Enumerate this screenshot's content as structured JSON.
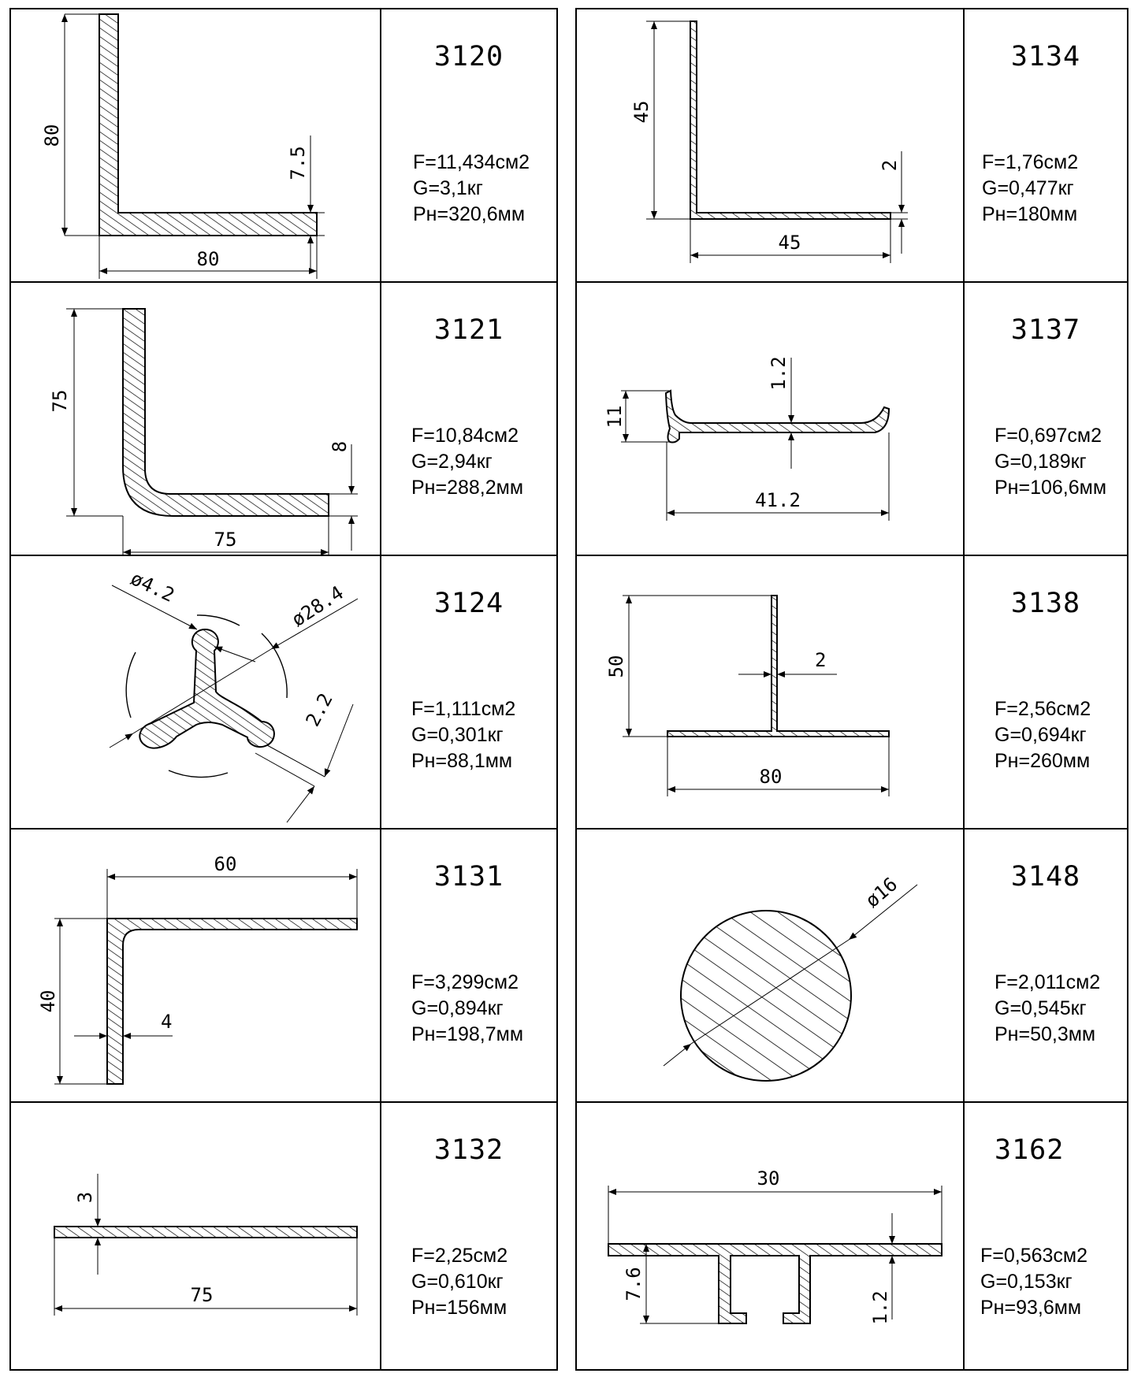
{
  "profiles": [
    {
      "code": "3120",
      "area": "F=11,434см2",
      "weight": "G=3,1кг",
      "perimeter": "Pн=320,6мм",
      "dims": {
        "height": "80",
        "width": "80",
        "thickness": "7.5"
      }
    },
    {
      "code": "3121",
      "area": "F=10,84см2",
      "weight": "G=2,94кг",
      "perimeter": "Pн=288,2мм",
      "dims": {
        "height": "75",
        "width": "75",
        "thickness": "8"
      }
    },
    {
      "code": "3124",
      "area": "F=1,111см2",
      "weight": "G=0,301кг",
      "perimeter": "Pн=88,1мм",
      "dims": {
        "lobe": "ø4.2",
        "outer": "ø28.4",
        "thickness": "2.2"
      }
    },
    {
      "code": "3131",
      "area": "F=3,299см2",
      "weight": "G=0,894кг",
      "perimeter": "Pн=198,7мм",
      "dims": {
        "width": "60",
        "height": "40",
        "thickness": "4"
      }
    },
    {
      "code": "3132",
      "area": "F=2,25см2",
      "weight": "G=0,610кг",
      "perimeter": "Pн=156мм",
      "dims": {
        "thickness": "3",
        "width": "75"
      }
    },
    {
      "code": "3134",
      "area": "F=1,76см2",
      "weight": "G=0,477кг",
      "perimeter": "Pн=180мм",
      "dims": {
        "height": "45",
        "width": "45",
        "thickness": "2"
      }
    },
    {
      "code": "3137",
      "area": "F=0,697см2",
      "weight": "G=0,189кг",
      "perimeter": "Pн=106,6мм",
      "dims": {
        "thickness": "1.2",
        "height": "11",
        "width": "41.2"
      }
    },
    {
      "code": "3138",
      "area": "F=2,56см2",
      "weight": "G=0,694кг",
      "perimeter": "Pн=260мм",
      "dims": {
        "height": "50",
        "thickness": "2",
        "width": "80"
      }
    },
    {
      "code": "3148",
      "area": "F=2,011см2",
      "weight": "G=0,545кг",
      "perimeter": "Pн=50,3мм",
      "dims": {
        "diameter": "ø16"
      }
    },
    {
      "code": "3162",
      "area": "F=0,563см2",
      "weight": "G=0,153кг",
      "perimeter": "Pн=93,6мм",
      "dims": {
        "width": "30",
        "height": "7.6",
        "thickness": "1.2"
      }
    }
  ]
}
